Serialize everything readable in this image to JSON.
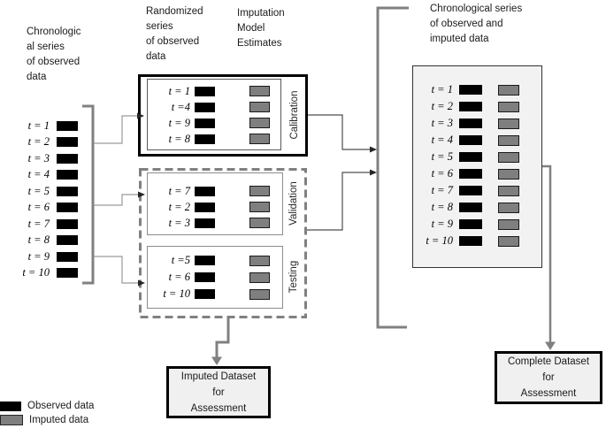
{
  "headers": {
    "source": {
      "lines": [
        "Chronologic",
        "al series",
        "of observed",
        "data"
      ]
    },
    "randomized": {
      "lines": [
        "Randomized",
        "series",
        "of observed",
        "data"
      ]
    },
    "imputation": {
      "lines": [
        "Imputation",
        "Model",
        "Estimates"
      ]
    },
    "result": {
      "lines": [
        "Chronological series",
        "of observed and",
        "imputed data"
      ]
    }
  },
  "source_series": {
    "rows": [
      "t = 1",
      "t = 2",
      "t = 3",
      "t = 4",
      "t = 5",
      "t = 6",
      "t = 7",
      "t = 8",
      "t = 9",
      "t = 10"
    ]
  },
  "stages": {
    "calibration": {
      "label": "Calibration",
      "rows": [
        "t = 1",
        "t =4",
        "t = 9",
        "t = 8"
      ]
    },
    "validation": {
      "label": "Validation",
      "rows": [
        "t = 7",
        "t = 2",
        "t = 3"
      ]
    },
    "testing": {
      "label": "Testing",
      "rows": [
        "t =5",
        "t = 6",
        "t = 10"
      ]
    }
  },
  "result_series": {
    "rows": [
      "t = 1",
      "t = 2",
      "t = 3",
      "t = 4",
      "t = 5",
      "t = 6",
      "t = 7",
      "t = 8",
      "t = 9",
      "t = 10"
    ]
  },
  "outputs": {
    "imputed": {
      "lines": [
        "Imputed Dataset",
        "for",
        "Assessment"
      ]
    },
    "complete": {
      "lines": [
        "Complete Dataset",
        "for",
        "Assessment"
      ]
    }
  },
  "legend": {
    "observed_label": "Observed data",
    "imputed_label": "Imputed data"
  },
  "colors": {
    "observed_bar": "#000000",
    "imputed_bar_fill": "#7f7f7f",
    "imputed_bar_border": "#1a1a1a",
    "connector_gray": "#808080",
    "panel_fill": "#f2f2f2",
    "outbox_fill": "#f0f0f0"
  }
}
